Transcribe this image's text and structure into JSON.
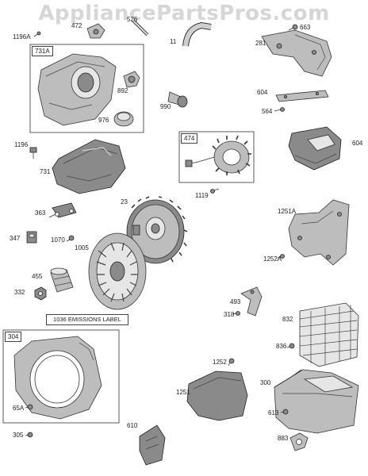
{
  "watermark": "AppliancePartsPros.com",
  "groups": [
    {
      "key": "g731a",
      "label": "731A"
    },
    {
      "key": "g474",
      "label": "474"
    },
    {
      "key": "g304",
      "label": "304"
    }
  ],
  "emissions_label": "1036 EMISSIONS LABEL",
  "parts": {
    "p1196a": "1196A",
    "p472": "472",
    "p526": "526",
    "p11": "11",
    "p663": "663",
    "p281": "281",
    "p892": "892",
    "p976": "976",
    "p990": "990",
    "p604a": "604",
    "p564": "564",
    "p1196": "1196",
    "p731": "731",
    "p604b": "604",
    "p1119": "1119",
    "p23": "23",
    "p363": "363",
    "p1251a": "1251A",
    "p347": "347",
    "p1070": "1070",
    "p1005": "1005",
    "p1252a": "1252A",
    "p455": "455",
    "p332": "332",
    "p493": "493",
    "p318": "318",
    "p832": "832",
    "p836": "836",
    "p1252": "1252",
    "p300": "300",
    "p65a": "65A",
    "p1251b": "1251",
    "p613": "613",
    "p610": "610",
    "p305": "305",
    "p883": "883"
  }
}
